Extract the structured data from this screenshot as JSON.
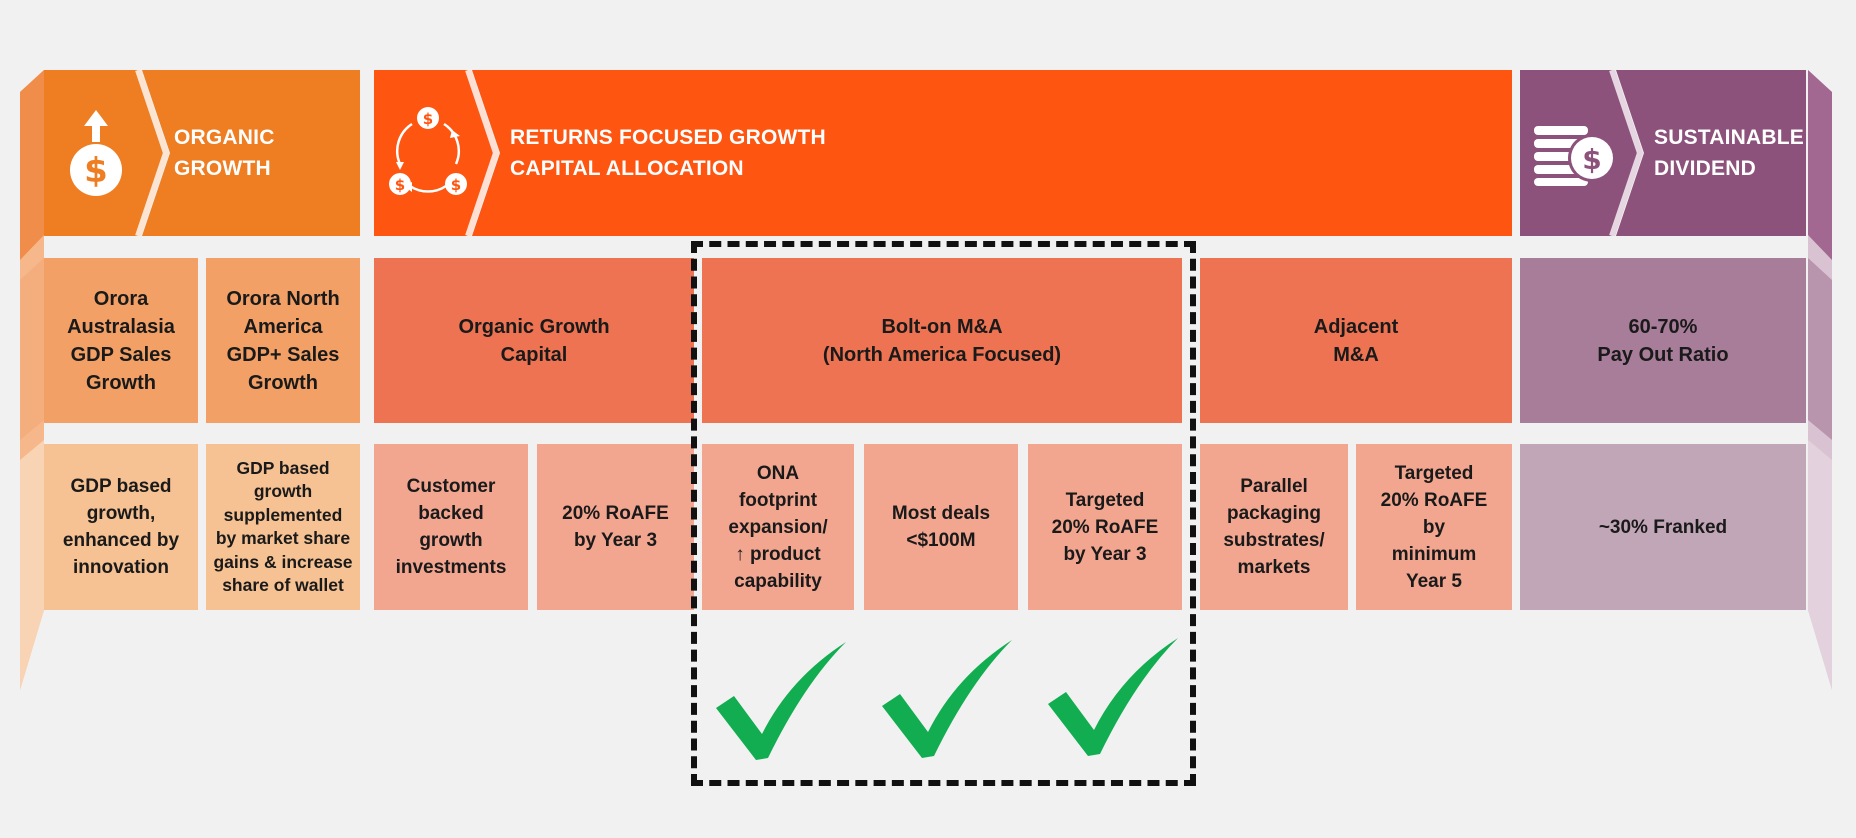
{
  "colors": {
    "organic_header": "#ef7d22",
    "organic_mid": "#f2a066",
    "organic_low": "#f6c193",
    "returns_header": "#fe5511",
    "returns_mid": "#ed7352",
    "returns_low": "#f2a690",
    "dividend_header": "#8c527b",
    "dividend_mid": "#a87d9a",
    "dividend_low": "#c1a6b8",
    "check": "#11ad50",
    "highlight_border": "#111111"
  },
  "headers": {
    "organic": {
      "title": "ORGANIC\nGROWTH",
      "icon": "money-bag-up-arrow-icon"
    },
    "returns": {
      "title": "RETURNS FOCUSED GROWTH\nCAPITAL ALLOCATION",
      "icon": "dollar-cycle-icon"
    },
    "dividend": {
      "title": "SUSTAINABLE\nDIVIDEND",
      "icon": "coin-stack-dollar-icon"
    }
  },
  "row2": {
    "orora_australasia": "Orora\nAustralasia\nGDP Sales\nGrowth",
    "orora_north_america": "Orora North\nAmerica\nGDP+ Sales\nGrowth",
    "organic_growth_capital": "Organic Growth\nCapital",
    "bolt_on": "Bolt-on M&A\n(North America Focused)",
    "adjacent": "Adjacent\nM&A",
    "payout": "60-70%\nPay Out Ratio"
  },
  "row3": {
    "gdp_growth": "GDP based\ngrowth,\nenhanced by\ninnovation",
    "gdp_supplemented": "GDP based\ngrowth\nsupplemented\nby market share\ngains & increase\nshare of wallet",
    "customer_backed": "Customer\nbacked\ngrowth\ninvestments",
    "roafe_year3": "20% RoAFE\nby Year 3",
    "ona_footprint": "ONA\nfootprint\nexpansion/\n↑ product\ncapability",
    "most_deals": "Most deals\n<$100M",
    "targeted_year3": "Targeted\n20% RoAFE\nby Year 3",
    "parallel_packaging": "Parallel\npackaging\nsubstrates/\nmarkets",
    "targeted_year5": "Targeted\n20% RoAFE\nby\nminimum\nYear 5",
    "franked": "~30% Franked"
  },
  "checkmarks": [
    "check-ona",
    "check-deals",
    "check-targeted"
  ]
}
